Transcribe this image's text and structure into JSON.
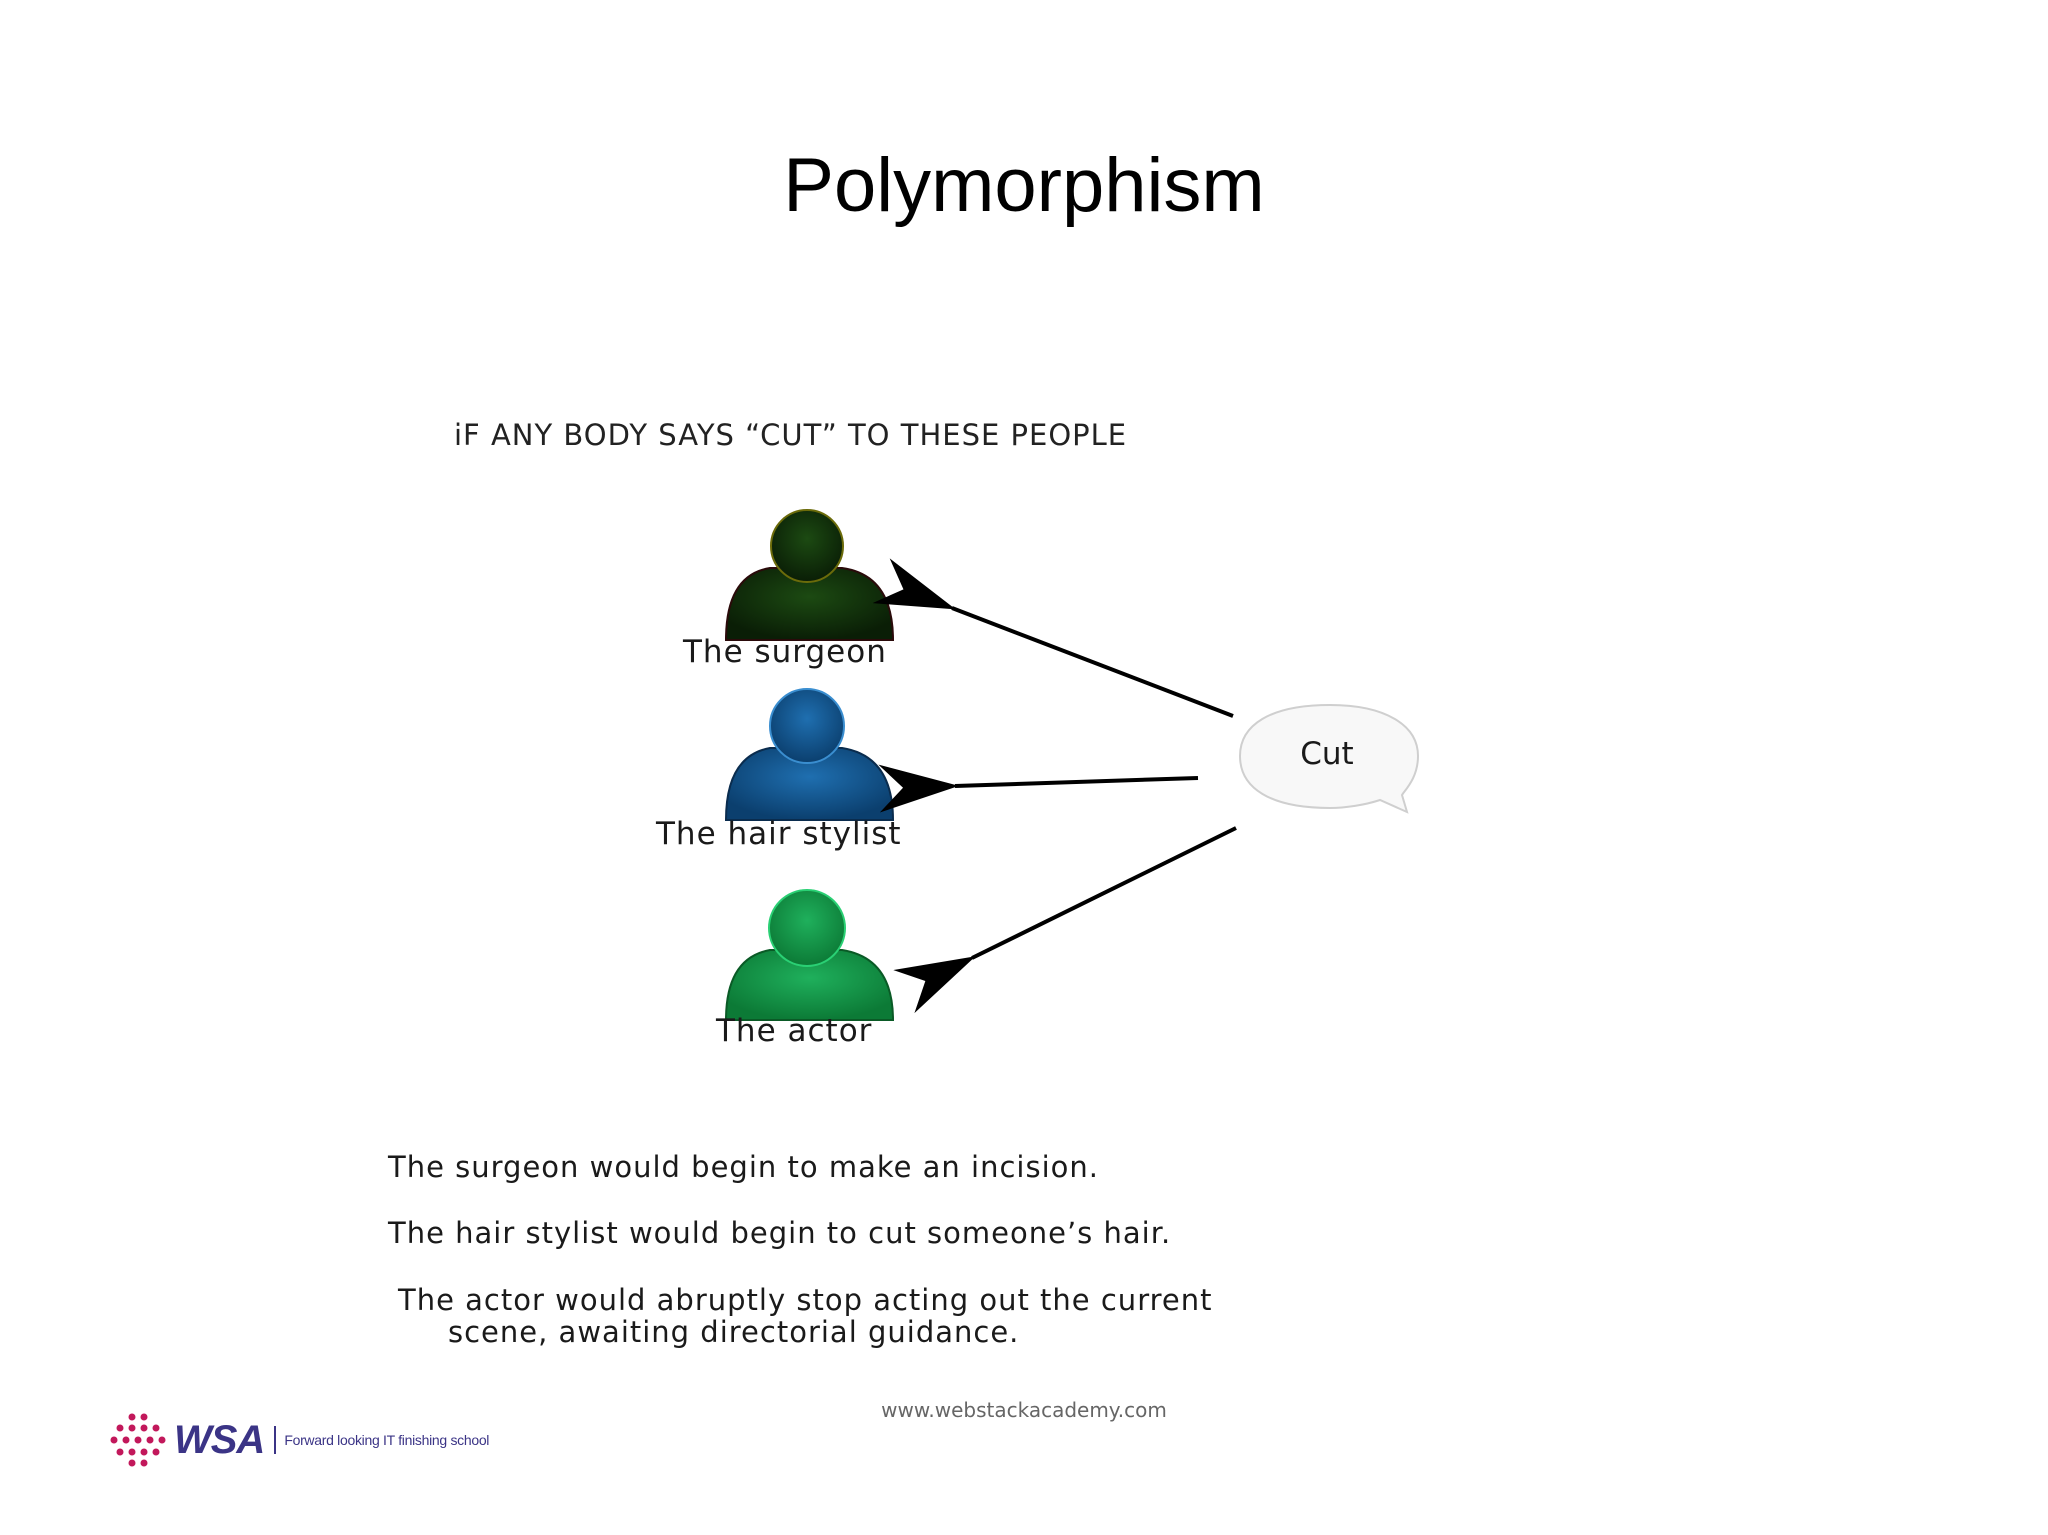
{
  "slide": {
    "title": "Polymorphism",
    "subtitle": "iF ANY BODY SAYS “CUT” TO THESE PEOPLE",
    "people": [
      {
        "label": "The surgeon",
        "color": "#0f3a0a"
      },
      {
        "label": "The hair stylist",
        "color": "#0f5a94"
      },
      {
        "label": "The actor",
        "color": "#12924a"
      }
    ],
    "bubble": {
      "label": "Cut"
    },
    "descriptions": [
      "The surgeon would begin to make an incision.",
      "The hair stylist would begin to cut someone’s hair.",
      "The actor would abruptly stop acting out the current",
      "scene, awaiting directorial guidance."
    ],
    "footer_url": "www.webstackacademy.com",
    "logo": {
      "name": "WSA",
      "tagline": "Forward looking IT finishing school",
      "colors": {
        "dots": "#c2185b",
        "text": "#3b3486"
      }
    }
  }
}
